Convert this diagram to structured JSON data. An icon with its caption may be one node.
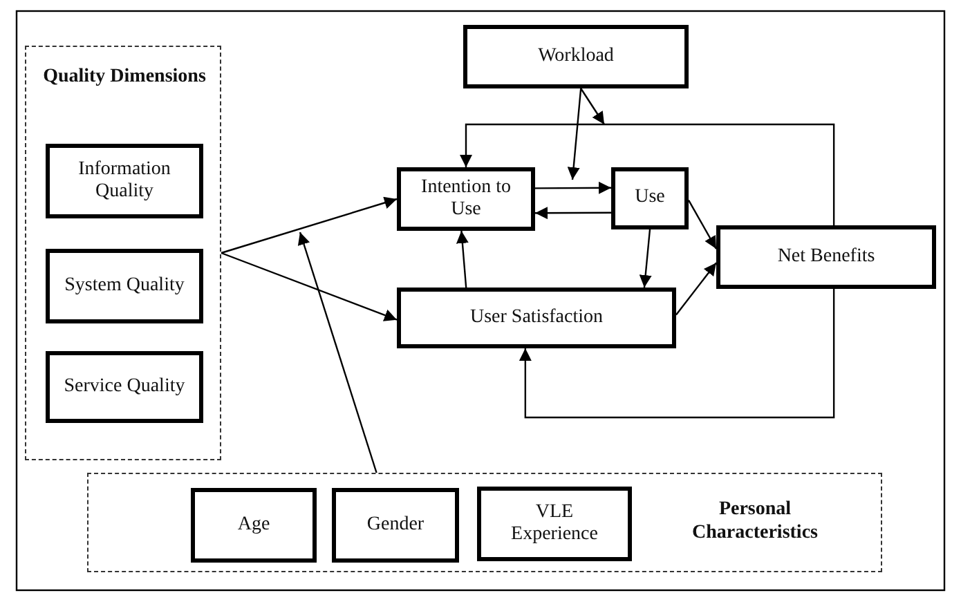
{
  "diagram": {
    "nodes": [
      {
        "text": [
          "Quality Dimensions"
        ]
      },
      {
        "text": [
          "Information Quality"
        ],
        "in": 0
      },
      {
        "text": [
          "System Quality"
        ],
        "in": 0
      },
      {
        "text": [
          "Service Quality"
        ],
        "in": 0
      },
      {
        "text": [
          "Workload"
        ]
      },
      {
        "text": [
          "Intention to Use"
        ]
      },
      {
        "text": [
          "Use"
        ]
      },
      {
        "text": [
          "User Satisfaction"
        ]
      },
      {
        "text": [
          "Net Benefits"
        ]
      },
      {
        "text": [
          "Personal Characteristics"
        ]
      },
      {
        "text": [
          "Age"
        ],
        "in": 9
      },
      {
        "text": [
          "Gender"
        ],
        "in": 9
      },
      {
        "text": [
          "VLE Experience"
        ],
        "in": 9
      }
    ],
    "edges": [
      {
        "from": 0,
        "to": 5,
        "arrow": "to"
      },
      {
        "from": 0,
        "to": 7,
        "arrow": "to"
      },
      {
        "from": 9,
        "to": null,
        "arrow": "to"
      },
      {
        "from": 4,
        "to": null,
        "arrow": "to"
      },
      {
        "from": 4,
        "to": null,
        "arrow": "to"
      },
      {
        "from": 5,
        "to": 6,
        "arrow": "to"
      },
      {
        "from": 6,
        "to": 5,
        "arrow": "to"
      },
      {
        "from": 6,
        "to": 7,
        "arrow": "to"
      },
      {
        "from": 7,
        "to": 5,
        "arrow": "to"
      },
      {
        "from": 6,
        "to": 8,
        "arrow": "to"
      },
      {
        "from": 7,
        "to": 8,
        "arrow": "to"
      },
      {
        "from": 8,
        "to": 5,
        "arrow": "to"
      },
      {
        "from": 8,
        "to": 7,
        "arrow": "to"
      }
    ]
  }
}
